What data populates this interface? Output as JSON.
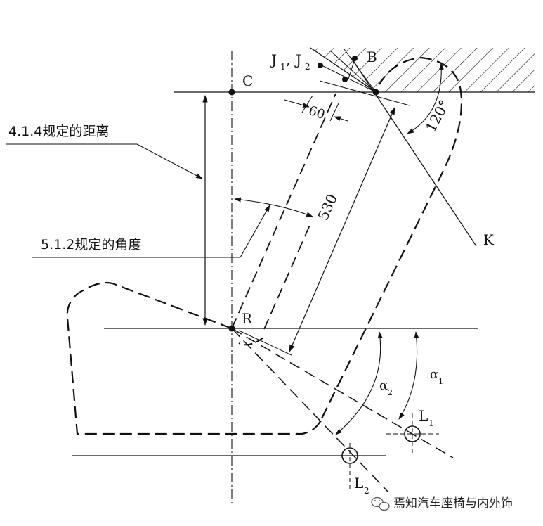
{
  "points": {
    "C": "C",
    "B": "B",
    "R": "R",
    "K": "K",
    "J1": "J",
    "J1_sub": "1",
    "J_sep": ",",
    "J2": "J",
    "J2_sub": "2",
    "L1": "L",
    "L1_sub": "1",
    "L2": "L",
    "L2_sub": "2"
  },
  "dimensions": {
    "d60": "60",
    "d530": "530",
    "a120": "120°"
  },
  "angles": {
    "alpha1": "α",
    "alpha1_sub": "1",
    "alpha2": "α",
    "alpha2_sub": "2"
  },
  "callouts": {
    "distance": "4.1.4规定的距离",
    "angle": "5.1.2规定的角度"
  },
  "watermark": {
    "text": "焉知汽车座椅与内外饰",
    "icon": "wechat-icon"
  },
  "colors": {
    "ink": "#111111",
    "background": "#ffffff"
  }
}
